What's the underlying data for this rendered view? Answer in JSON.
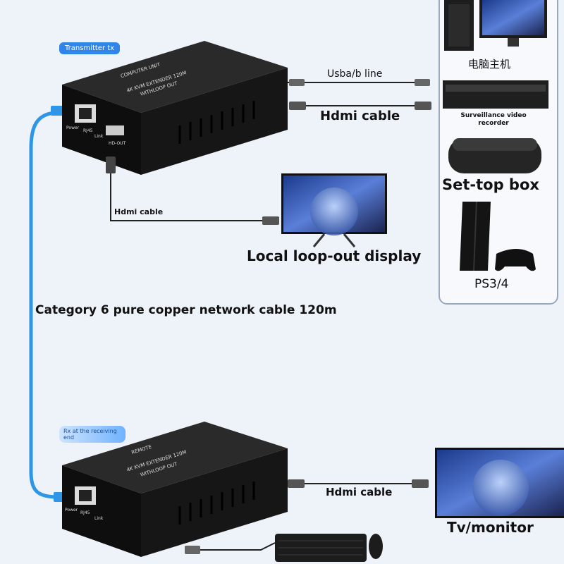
{
  "tx_tag": "Transmitter tx",
  "rx_tag": "Rx at the receiving end",
  "tx_unit": {
    "line1": "COMPUTER UNIT",
    "line2": "4K KVM EXTENDER 120M",
    "line3": "WITHLOOP OUT",
    "port_power": "Power",
    "port_rj45": "RJ45",
    "port_link": "Link",
    "port_hdout": "HD-OUT"
  },
  "rx_unit": {
    "line1": "REMOTE",
    "line2": "4K KVM EXTENDER 120M",
    "line3": "WITHLOOP OUT",
    "port_power": "Power",
    "port_rj45": "RJ45",
    "port_link": "Link"
  },
  "cables": {
    "usb_line": "Usba/b line",
    "hdmi_top": "Hdmi cable",
    "hdmi_loop": "Hdmi cable",
    "hdmi_bottom": "Hdmi cable",
    "network": "Category 6 pure copper network cable 120m"
  },
  "devices": {
    "pc": "电脑主机",
    "recorder": "Surveillance video recorder",
    "settop": "Set-top box",
    "ps": "PS3/4",
    "loop_display": "Local loop-out display",
    "tv": "Tv/monitor"
  },
  "colors": {
    "network_cable": "#2f95e6",
    "box": "#151515",
    "tag": "#2f86e8"
  }
}
